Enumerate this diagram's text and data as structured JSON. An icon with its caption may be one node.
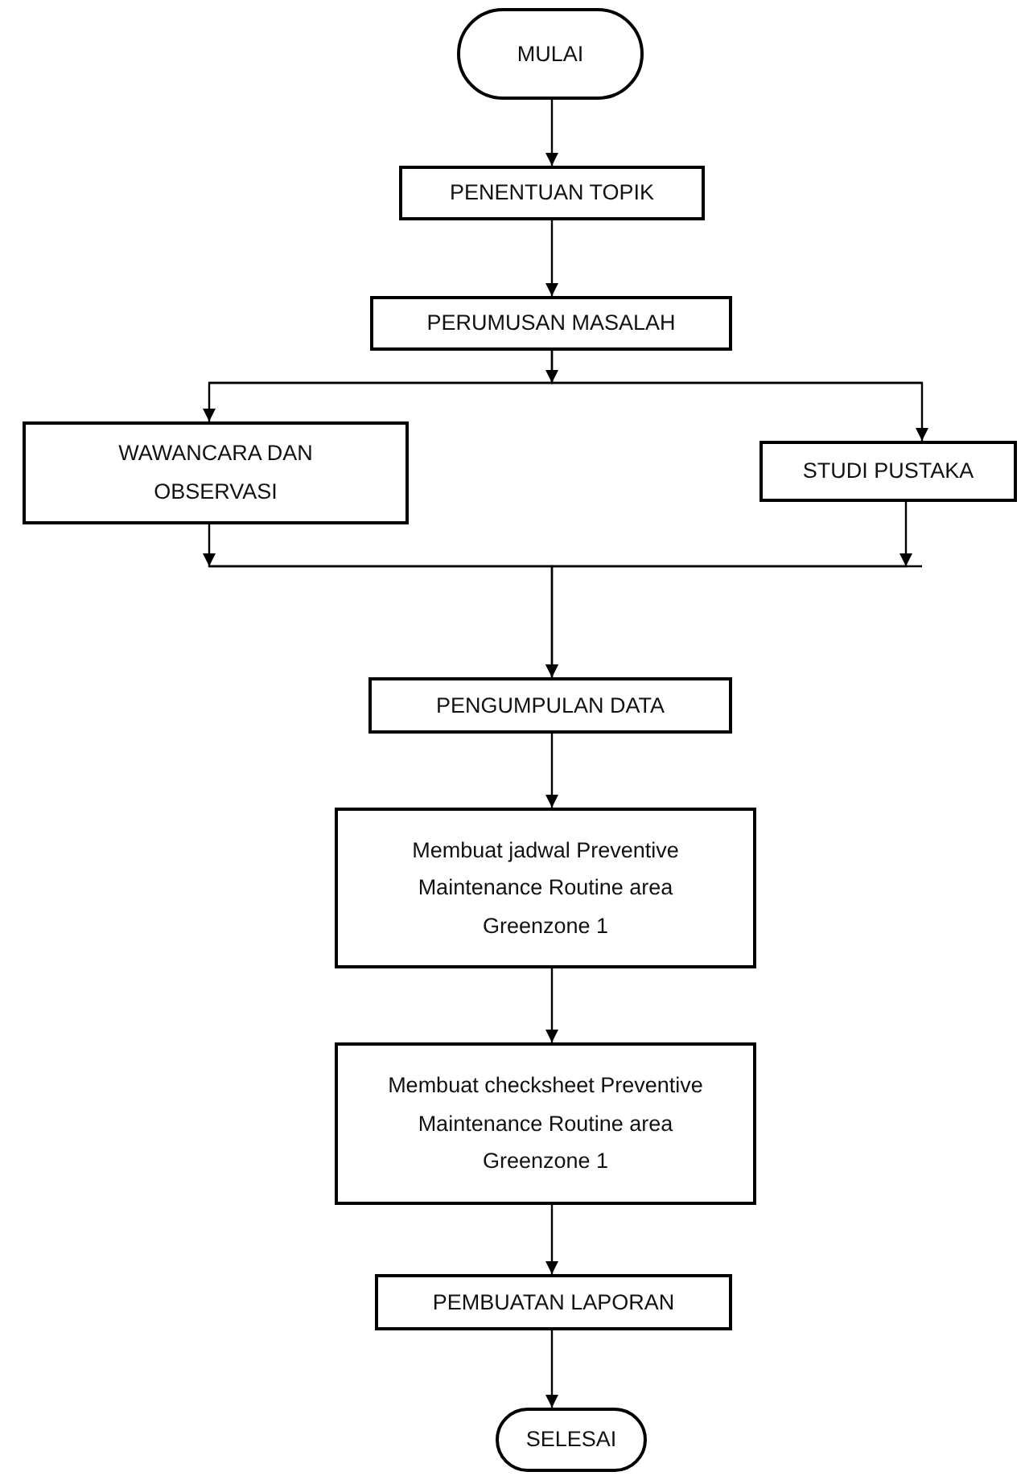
{
  "diagram": {
    "nodes": [
      {
        "text": [
          "MULAI"
        ]
      },
      {
        "text": [
          "PENENTUAN TOPIK"
        ]
      },
      {
        "text": [
          "PERUMUSAN MASALAH"
        ]
      },
      {
        "text": [
          "WAWANCARA DAN OBSERVASI"
        ]
      },
      {
        "text": [
          "STUDI PUSTAKA"
        ]
      },
      {
        "text": [
          "PENGUMPULAN DATA"
        ]
      },
      {
        "text": [
          "Membuat jadwal Preventive Maintenance Routine area Greenzone 1"
        ]
      },
      {
        "text": [
          "Membuat checksheet Preventive Maintenance Routine area Greenzone 1"
        ]
      },
      {
        "text": [
          "PEMBUATAN LAPORAN"
        ]
      },
      {
        "text": [
          "SELESAI"
        ]
      }
    ],
    "edges": [
      {
        "from": 0,
        "to": 1,
        "arrow": "to"
      },
      {
        "from": 1,
        "to": 2,
        "arrow": "to"
      },
      {
        "from": 2,
        "to": 3,
        "arrow": "to"
      },
      {
        "from": 2,
        "to": 4,
        "arrow": "to"
      },
      {
        "from": 3,
        "to": 5,
        "arrow": "to"
      },
      {
        "from": 4,
        "to": 5,
        "arrow": "to"
      },
      {
        "from": 5,
        "to": 6,
        "arrow": "to"
      },
      {
        "from": 6,
        "to": 7,
        "arrow": "to"
      },
      {
        "from": 7,
        "to": 8,
        "arrow": "to"
      },
      {
        "from": 8,
        "to": 9,
        "arrow": "to"
      }
    ]
  }
}
